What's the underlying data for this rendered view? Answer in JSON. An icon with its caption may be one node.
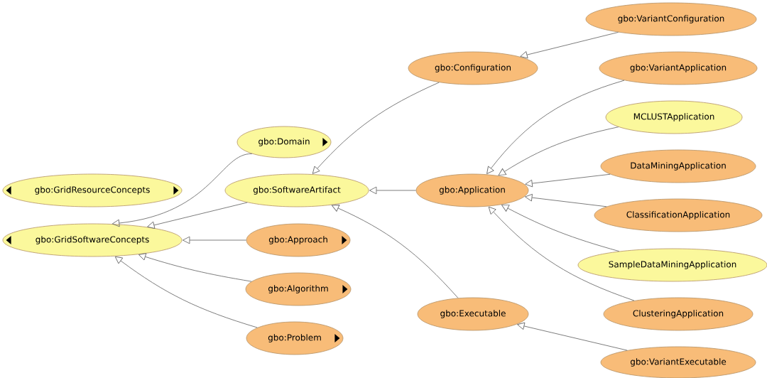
{
  "diagram": {
    "nodes": [
      {
        "text": [
          "gbo:VariantConfiguration"
        ]
      },
      {
        "text": [
          "gbo:Configuration"
        ]
      },
      {
        "text": [
          "gbo:VariantApplication"
        ]
      },
      {
        "text": [
          "MCLUSTApplication"
        ]
      },
      {
        "text": [
          "gbo:Domain"
        ]
      },
      {
        "text": [
          "gbo:GridResourceConcepts"
        ]
      },
      {
        "text": [
          "gbo:SoftwareArtifact"
        ]
      },
      {
        "text": [
          "gbo:Application"
        ]
      },
      {
        "text": [
          "DataMiningApplication"
        ]
      },
      {
        "text": [
          "gbo:GridSoftwareConcepts"
        ]
      },
      {
        "text": [
          "gbo:Approach"
        ]
      },
      {
        "text": [
          "ClassificationApplication"
        ]
      },
      {
        "text": [
          "SampleDataMiningApplication"
        ]
      },
      {
        "text": [
          "gbo:Algorithm"
        ]
      },
      {
        "text": [
          "gbo:Executable"
        ]
      },
      {
        "text": [
          "ClusteringApplication"
        ]
      },
      {
        "text": [
          "gbo:Problem"
        ]
      },
      {
        "text": [
          "gbo:VariantExecutable"
        ]
      }
    ],
    "edges": [
      {
        "from": 0,
        "to": 1,
        "arrow": "to"
      },
      {
        "from": 1,
        "to": 6,
        "arrow": "to"
      },
      {
        "from": 2,
        "to": 7,
        "arrow": "to"
      },
      {
        "from": 3,
        "to": 7,
        "arrow": "to"
      },
      {
        "from": 8,
        "to": 7,
        "arrow": "to"
      },
      {
        "from": 11,
        "to": 7,
        "arrow": "to"
      },
      {
        "from": 12,
        "to": 7,
        "arrow": "to"
      },
      {
        "from": 15,
        "to": 7,
        "arrow": "to"
      },
      {
        "from": 7,
        "to": 6,
        "arrow": "to"
      },
      {
        "from": 14,
        "to": 6,
        "arrow": "to"
      },
      {
        "from": 17,
        "to": 14,
        "arrow": "to"
      },
      {
        "from": 4,
        "to": 9,
        "arrow": "to"
      },
      {
        "from": 6,
        "to": 9,
        "arrow": "to"
      },
      {
        "from": 10,
        "to": 9,
        "arrow": "to"
      },
      {
        "from": 13,
        "to": 9,
        "arrow": "to"
      },
      {
        "from": 16,
        "to": 9,
        "arrow": "to"
      }
    ]
  }
}
